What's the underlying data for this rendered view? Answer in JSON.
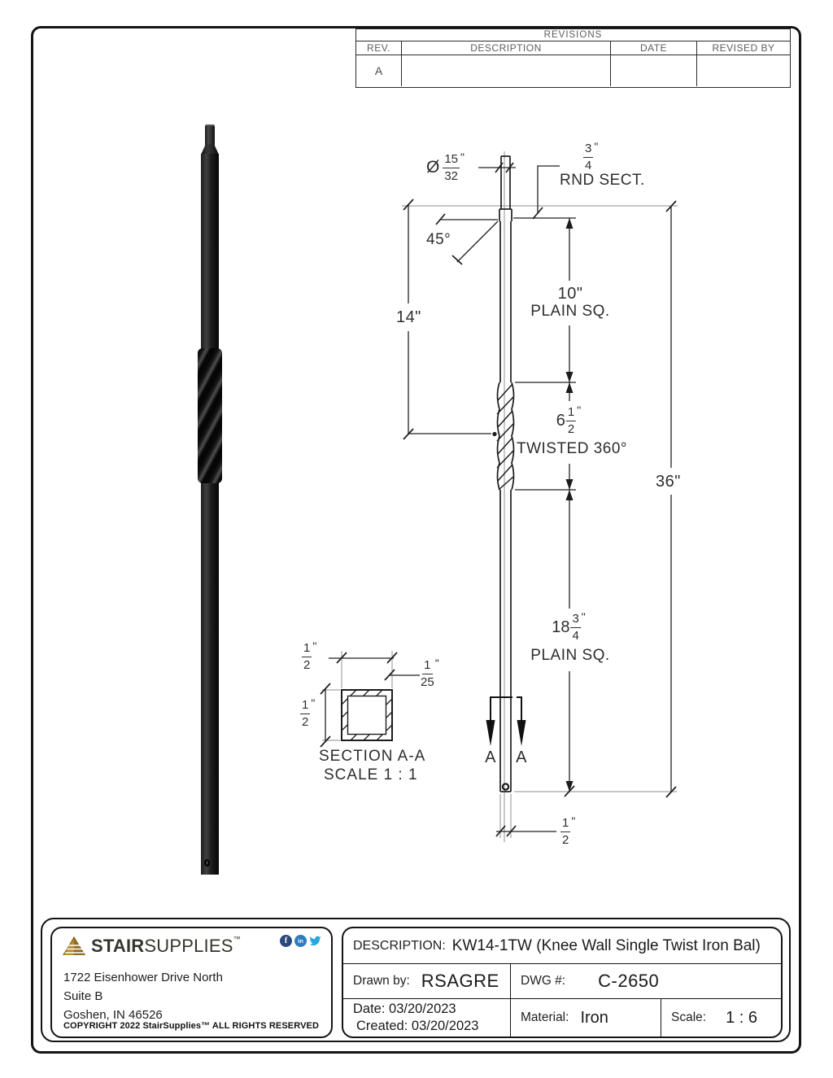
{
  "revisions": {
    "title": "REVISIONS",
    "col_rev": "REV.",
    "col_desc": "DESCRIPTION",
    "col_date": "DATE",
    "col_by": "REVISED BY",
    "row_rev": "A"
  },
  "schematic": {
    "pin_dia": {
      "prefix": "Ø",
      "num": "15",
      "den": "32",
      "unit": "\""
    },
    "rnd": {
      "num": "3",
      "den": "4",
      "unit": "\"",
      "label": "RND SECT."
    },
    "angle": "45°",
    "dim14": "14\"",
    "dim10": "10\"",
    "dim10_label": "PLAIN SQ.",
    "twist": {
      "whole": "6",
      "num": "1",
      "den": "2",
      "unit": "\"",
      "label": "TWISTED 360°"
    },
    "dim36": "36\"",
    "dim18": {
      "whole": "18",
      "num": "3",
      "den": "4",
      "unit": "\"",
      "label": "PLAIN SQ."
    },
    "bottom_width": {
      "num": "1",
      "den": "2",
      "unit": "\""
    },
    "marker_left": "A",
    "marker_right": "A"
  },
  "section": {
    "width": {
      "num": "1",
      "den": "2",
      "unit": "\""
    },
    "wall": {
      "num": "1",
      "den": "25",
      "unit": "\""
    },
    "height": {
      "num": "1",
      "den": "2",
      "unit": "\""
    },
    "title": "SECTION A-A",
    "scale": "SCALE 1 : 1"
  },
  "title_block": {
    "brand": {
      "stair": "STAIR",
      "supplies": "SUPPLIES",
      "tm": "™"
    },
    "address_line1": "1722 Eisenhower Drive North",
    "address_line2": "Suite B",
    "address_line3": "Goshen, IN 46526",
    "copyright": "COPYRIGHT 2022 StairSupplies™ ALL RIGHTS RESERVED",
    "description_label": "DESCRIPTION:",
    "description_value": "KW14-1TW (Knee Wall Single Twist Iron Bal)",
    "drawn_by_label": "Drawn by:",
    "drawn_by_value": "RSAGRE",
    "dwg_label": "DWG #:",
    "dwg_value": "C-2650",
    "date_label": "Date:",
    "date_value": "03/20/2023",
    "created_label": "Created:",
    "created_value": "03/20/2023",
    "material_label": "Material:",
    "material_value": "Iron",
    "scale_label": "Scale:",
    "scale_value": "1 : 6",
    "social_icons": {
      "facebook": "f",
      "linkedin": "in"
    },
    "colors": {
      "logo_gold": "#b78b33",
      "facebook": "#29487d",
      "linkedin": "#2f7bbd",
      "twitter": "#25a7df"
    }
  }
}
